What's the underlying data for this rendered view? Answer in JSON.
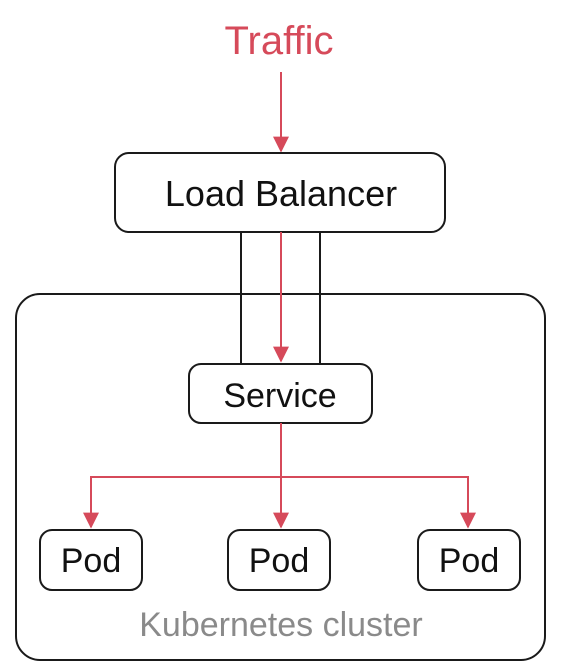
{
  "diagram": {
    "traffic_label": "Traffic",
    "load_balancer_label": "Load Balancer",
    "service_label": "Service",
    "pods": [
      {
        "label": "Pod"
      },
      {
        "label": "Pod"
      },
      {
        "label": "Pod"
      }
    ],
    "cluster_label": "Kubernetes cluster"
  },
  "colors": {
    "accent": "#d64a5a",
    "stroke": "#1a1a1a",
    "muted_text": "#8a8a8a",
    "text": "#111111"
  }
}
